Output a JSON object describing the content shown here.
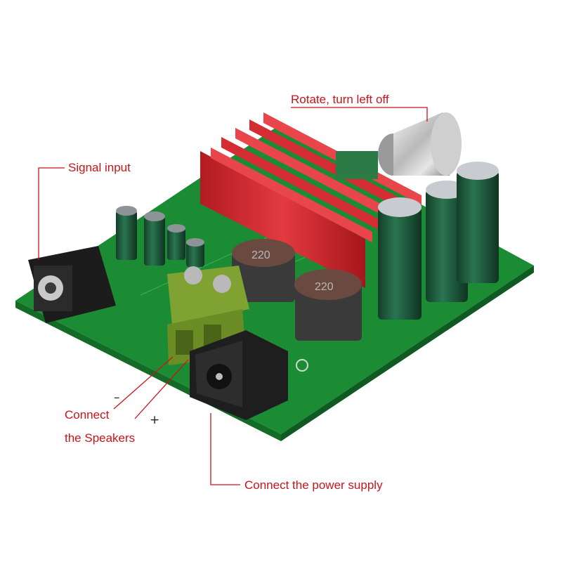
{
  "colors": {
    "callout_text": "#c8151b",
    "leader_line": "#c8151b",
    "pcb": "#1f9a3a",
    "heatsink": "#d9272e",
    "capacitor": "#1f5a3c",
    "terminal_block": "#6f8f2a"
  },
  "callouts": {
    "volume": "Rotate, turn left off",
    "signal": "Signal input",
    "speakers_line1": "Connect",
    "speakers_line2": "the Speakers",
    "power": "Connect the power supply"
  },
  "polarity": {
    "minus": "–",
    "plus": "+"
  },
  "board_markings": {
    "inductor_1": "220",
    "inductor_2": "220"
  },
  "icons": [
    "audio-jack-icon",
    "volume-knob-icon",
    "screw-terminal-icon",
    "dc-barrel-jack-icon"
  ]
}
